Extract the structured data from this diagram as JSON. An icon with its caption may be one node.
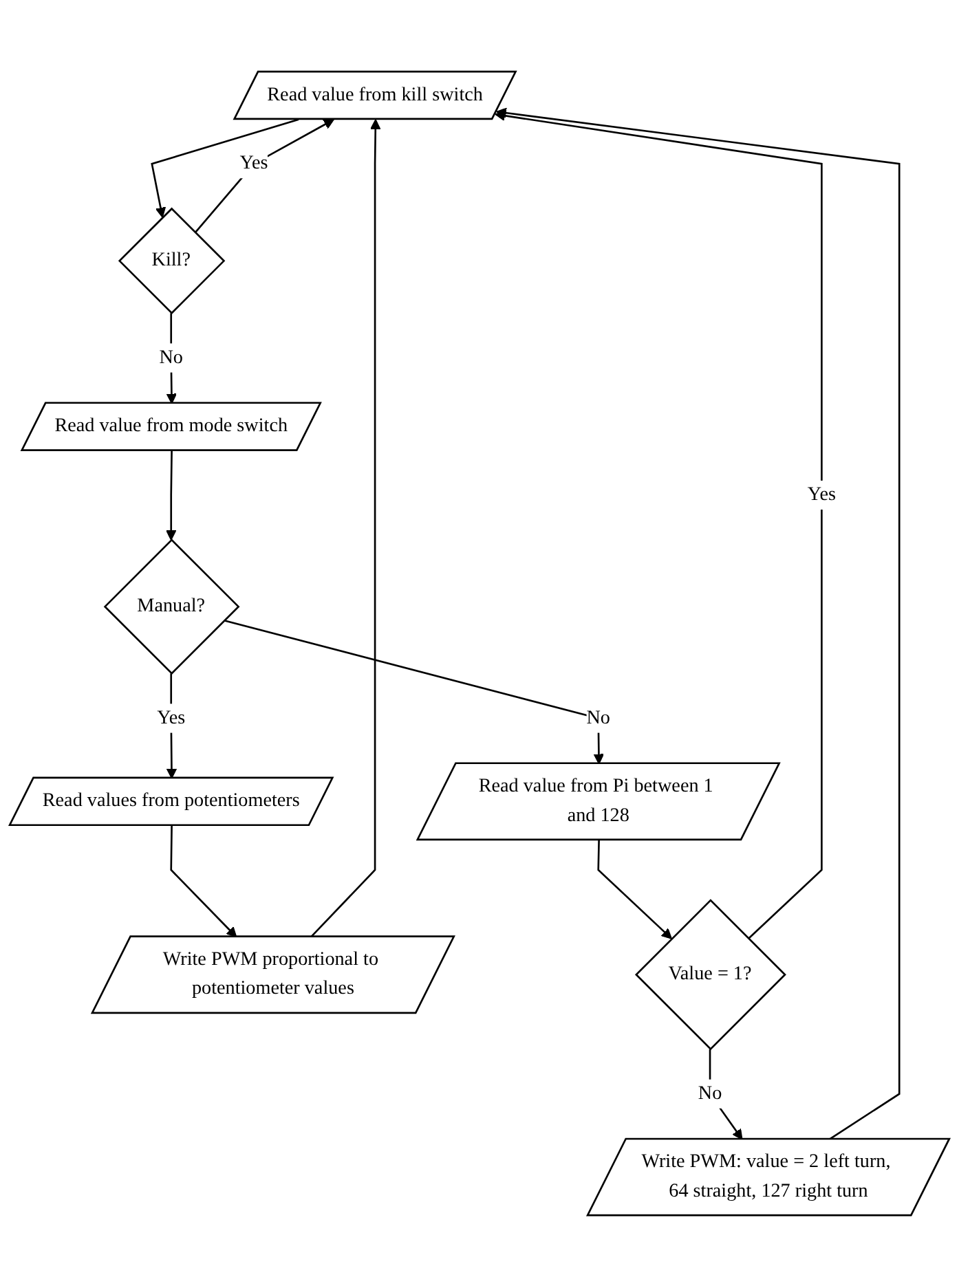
{
  "diagram": {
    "nodes": [
      {
        "text": [
          "Read value from kill switch"
        ]
      },
      {
        "text": [
          "Kill?"
        ]
      },
      {
        "text": [
          "Read value from mode switch"
        ]
      },
      {
        "text": [
          "Manual?"
        ]
      },
      {
        "text": [
          "Read values from potentiometers"
        ]
      },
      {
        "text": [
          "Read value from Pi between 1 and 128"
        ]
      },
      {
        "text": [
          "Write PWM proportional to potentiometer values"
        ]
      },
      {
        "text": [
          "Value = 1?"
        ]
      },
      {
        "text": [
          "Write PWM: value = 2 left turn, 64 straight, 127 right turn"
        ]
      }
    ],
    "edges": [
      {
        "from": 0,
        "to": 1,
        "arrow": "to"
      },
      {
        "from": 1,
        "to": 0,
        "label": "Yes",
        "arrow": "to"
      },
      {
        "from": 1,
        "to": 2,
        "label": "No",
        "arrow": "to"
      },
      {
        "from": 2,
        "to": 3,
        "arrow": "to"
      },
      {
        "from": 3,
        "to": 4,
        "label": "Yes",
        "arrow": "to"
      },
      {
        "from": 3,
        "to": 5,
        "label": "No",
        "arrow": "to"
      },
      {
        "from": 4,
        "to": 6,
        "arrow": "to"
      },
      {
        "from": 5,
        "to": 7,
        "arrow": "to"
      },
      {
        "from": 7,
        "to": 0,
        "label": "Yes",
        "arrow": "to"
      },
      {
        "from": 7,
        "to": 8,
        "label": "No",
        "arrow": "to"
      },
      {
        "from": 6,
        "to": 0,
        "arrow": "to"
      },
      {
        "from": 8,
        "to": 0,
        "arrow": "to"
      }
    ]
  }
}
